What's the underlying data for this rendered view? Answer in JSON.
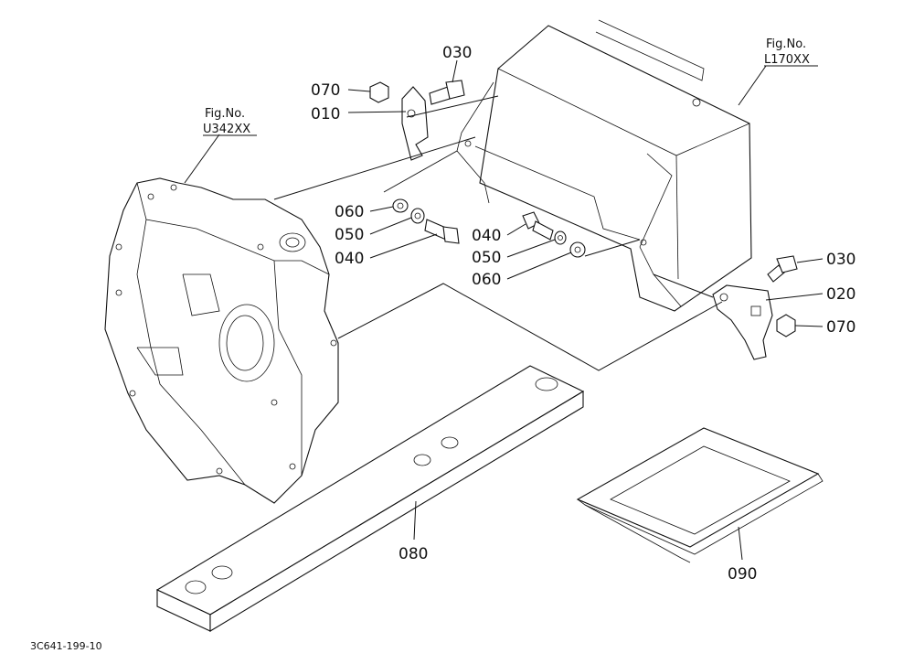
{
  "fig_refs": {
    "left": {
      "title": "Fig.No.",
      "code": "U342XX"
    },
    "right": {
      "title": "Fig.No.",
      "code": "L170XX"
    }
  },
  "callouts": {
    "c030_top": "030",
    "c070_top": "070",
    "c010": "010",
    "c060_left": "060",
    "c050_left": "050",
    "c040_left": "040",
    "c040_mid": "040",
    "c050_mid": "050",
    "c060_mid": "060",
    "c030_right": "030",
    "c020": "020",
    "c070_right": "070",
    "c080": "080",
    "c090": "090"
  },
  "drawing_code": "3C641-199-10"
}
